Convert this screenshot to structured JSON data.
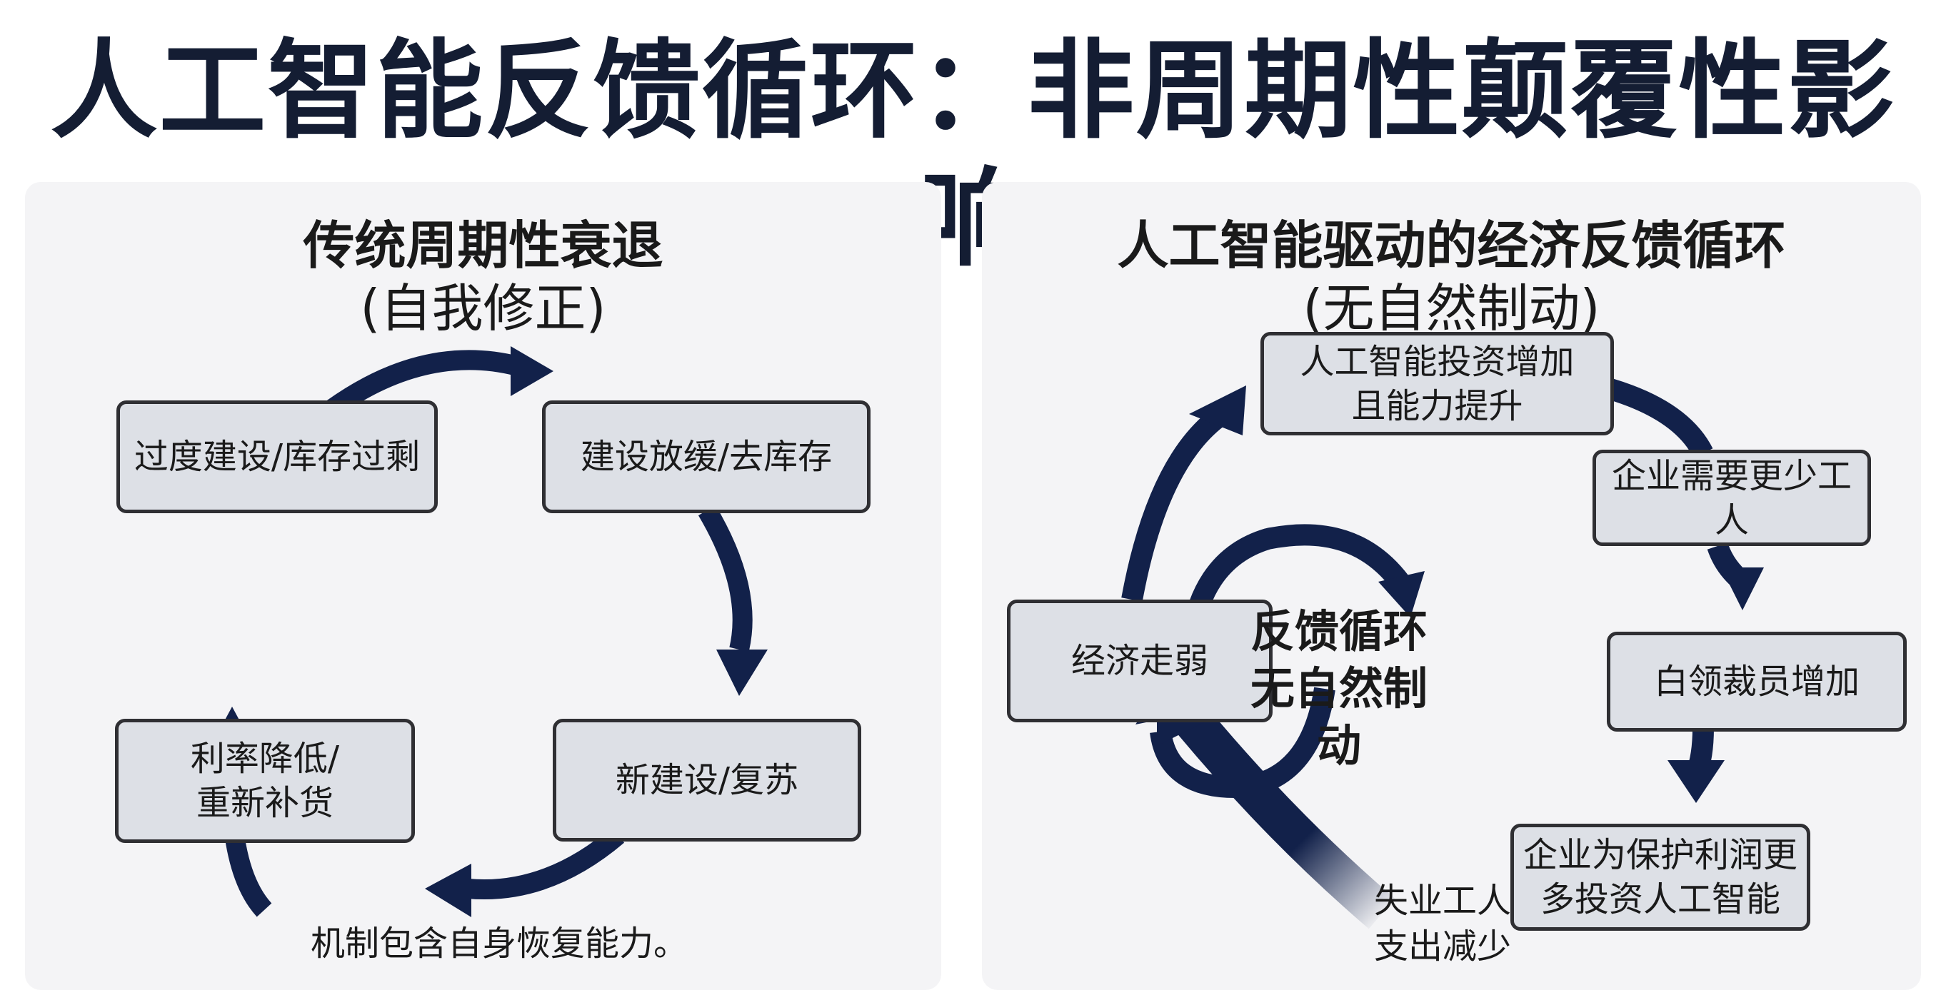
{
  "title": "人工智能反馈循环：非周期性颠覆性影响",
  "left_panel": {
    "title": "传统周期性衰退",
    "subtitle": "(自我修正)",
    "nodes": {
      "overbuild": "过度建设/库存过剩",
      "slowdown": "建设放缓/去库存",
      "recovery": "新建设/复苏",
      "rate_cut": "利率降低/\n重新补货"
    },
    "caption": "机制包含自身恢复能力。"
  },
  "right_panel": {
    "title": "人工智能驱动的经济反馈循环",
    "subtitle": "(无自然制动)",
    "nodes": {
      "ai_invest": "人工智能投资增加\n且能力提升",
      "fewer_workers": "企业需要更少工人",
      "layoffs": "白领裁员增加",
      "more_ai": "企业为保护利润更\n多投资人工智能",
      "weak_economy": "经济走弱"
    },
    "unemployed_text": "失业工人\n支出减少",
    "center_label_1": "反馈循环",
    "center_label_2": "无自然制动"
  },
  "colors": {
    "arrow": "#12214a",
    "node_fill": "#dde0e6",
    "node_border": "#2f2f33",
    "panel_bg": "#f4f4f6",
    "title": "#141d33"
  }
}
